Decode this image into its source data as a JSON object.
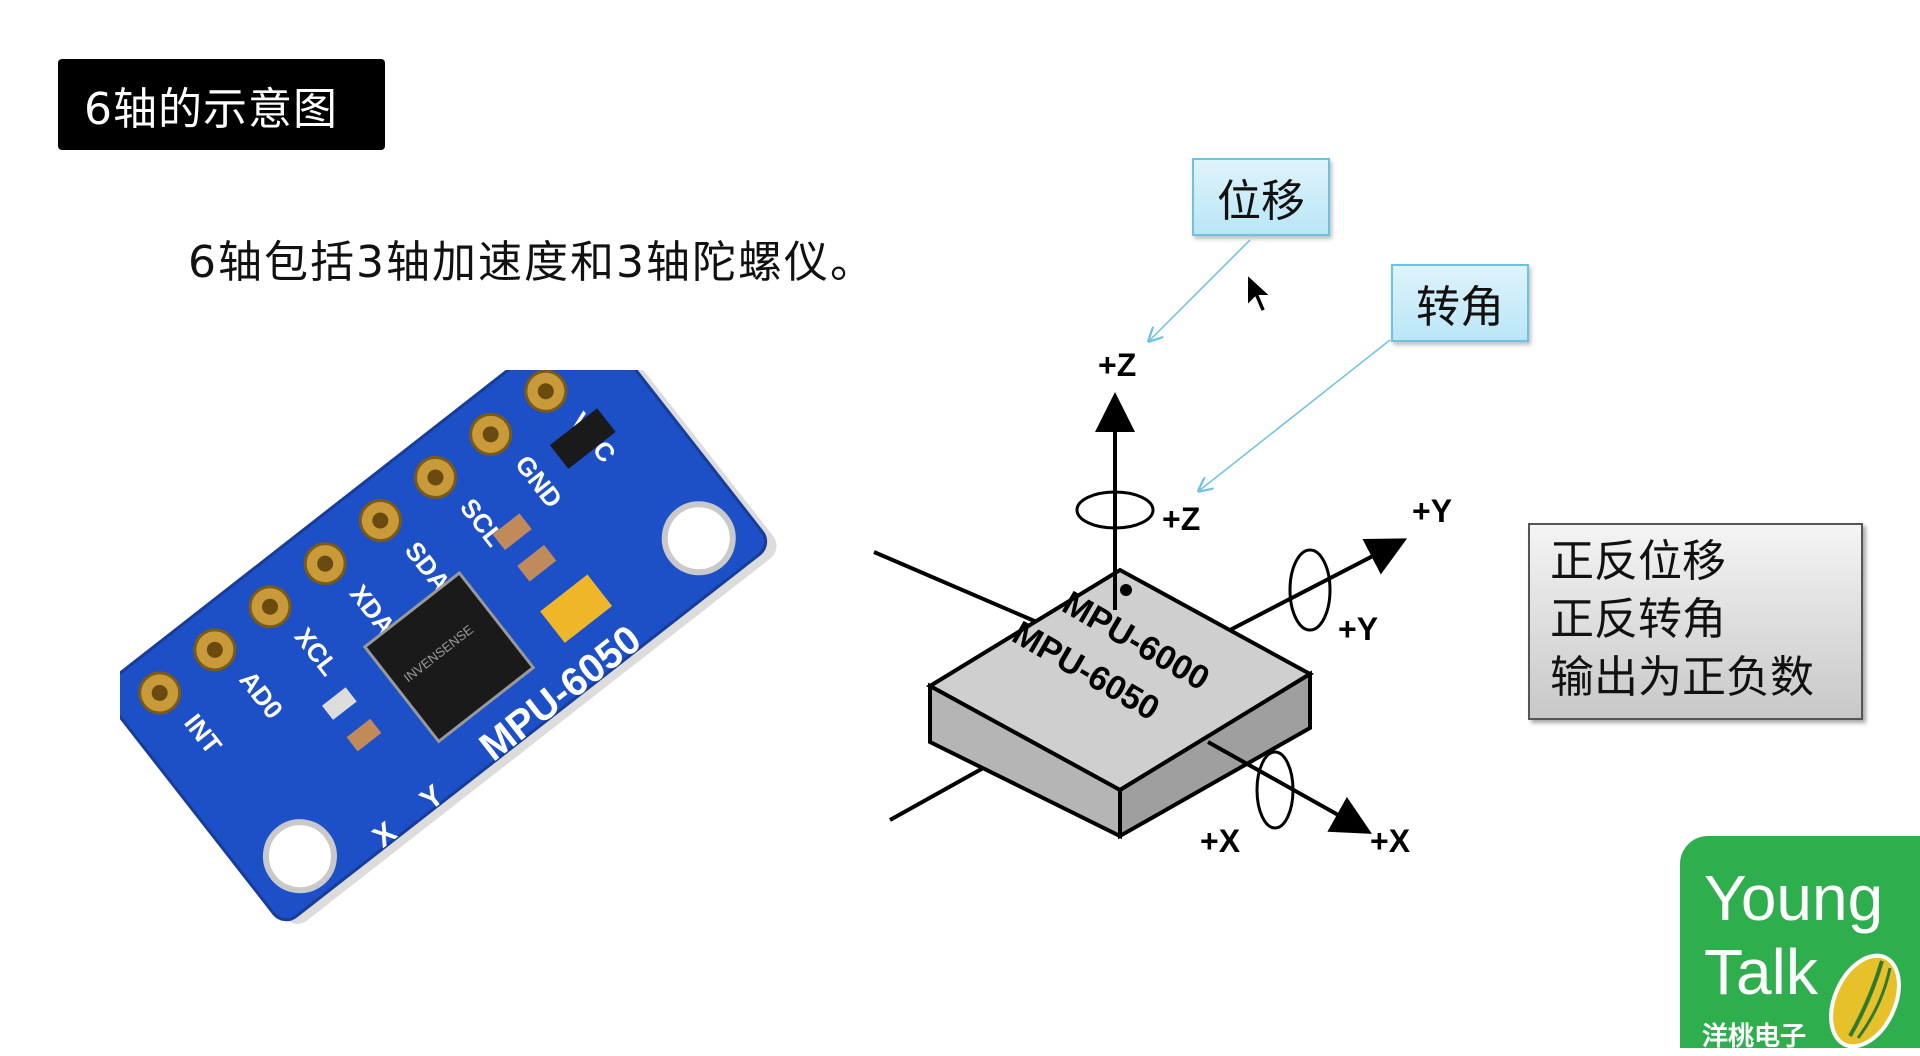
{
  "title": "6轴的示意图",
  "subtitle": "6轴包括3轴加速度和3轴陀螺仪。",
  "callouts": {
    "displacement": "位移",
    "rotation": "转角"
  },
  "info_box": {
    "lines": [
      "正反位移",
      "正反转角",
      "输出为正负数"
    ]
  },
  "board": {
    "pins": [
      "VCC",
      "GND",
      "SCL",
      "SDA",
      "XDA",
      "XCL",
      "AD0",
      "INT"
    ],
    "model": "MPU-6050",
    "axis_x": "X",
    "axis_y": "Y",
    "chip_text": "INVENSENSE"
  },
  "chip": {
    "name1": "MPU-6000",
    "name2": "MPU-6050",
    "axis_labels": {
      "z_linear": "+Z",
      "z_rot": "+Z",
      "y_linear": "+Y",
      "y_rot": "+Y",
      "x_linear": "+X",
      "x_rot": "+X"
    }
  },
  "logo": {
    "line1": "Young",
    "line2": "Talk",
    "cn": "洋桃电子"
  },
  "colors": {
    "board_blue": "#1d4fc7",
    "callout_border": "#6dc2e3",
    "logo_green": "#2fae4e",
    "title_bg": "#000000"
  }
}
